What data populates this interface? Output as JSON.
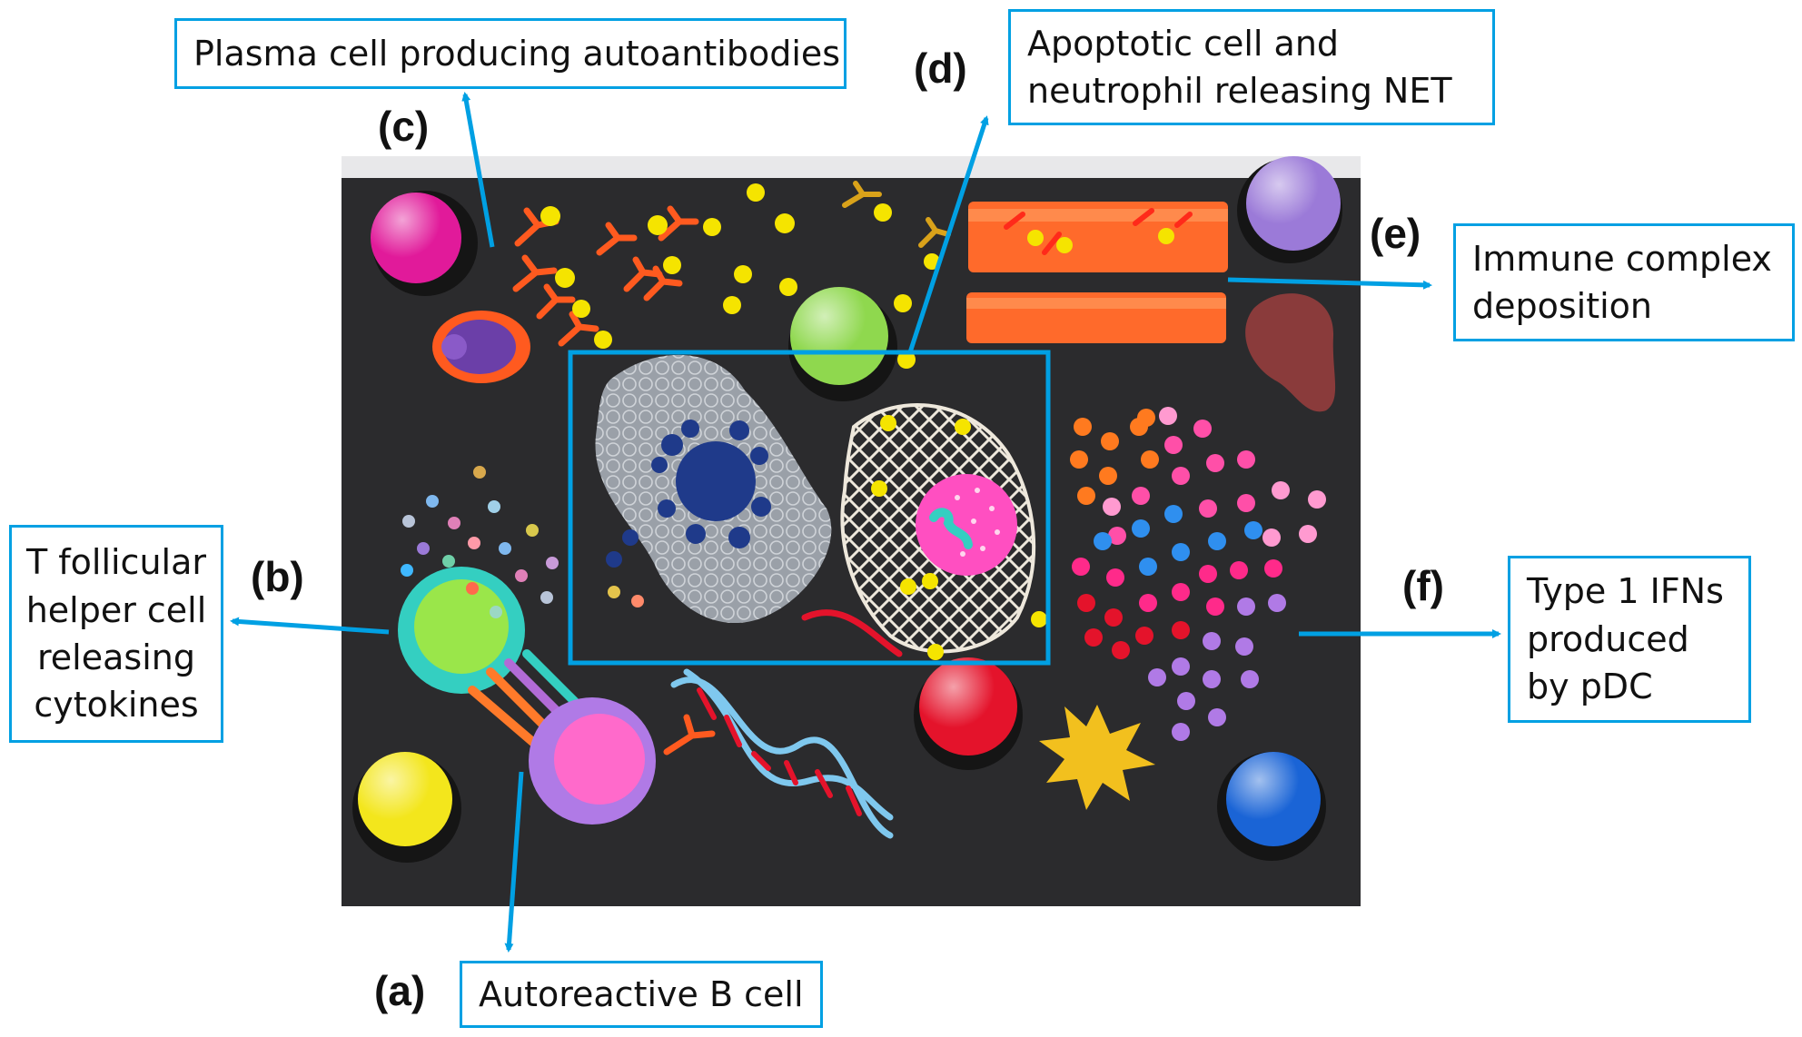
{
  "labels": {
    "plasma": "Plasma cell producing autoantibodies",
    "apoptotic": "Apoptotic cell and\nneutrophil releasing NET",
    "immune_complex": "Immune complex\ndeposition",
    "tfh": "T follicular\nhelper cell\nreleasing\ncytokines",
    "ifn": "Type 1 IFNs\nproduced\nby pDC",
    "bcell": "Autoreactive B cell"
  },
  "panels": {
    "a": "(a)",
    "b": "(b)",
    "c": "(c)",
    "d": "(d)",
    "e": "(e)",
    "f": "(f)"
  },
  "colors": {
    "arrow": "#00a0e3",
    "board": "#2b2b2d",
    "antibody": "#ff5a1f",
    "antigen": "#f5e400"
  }
}
